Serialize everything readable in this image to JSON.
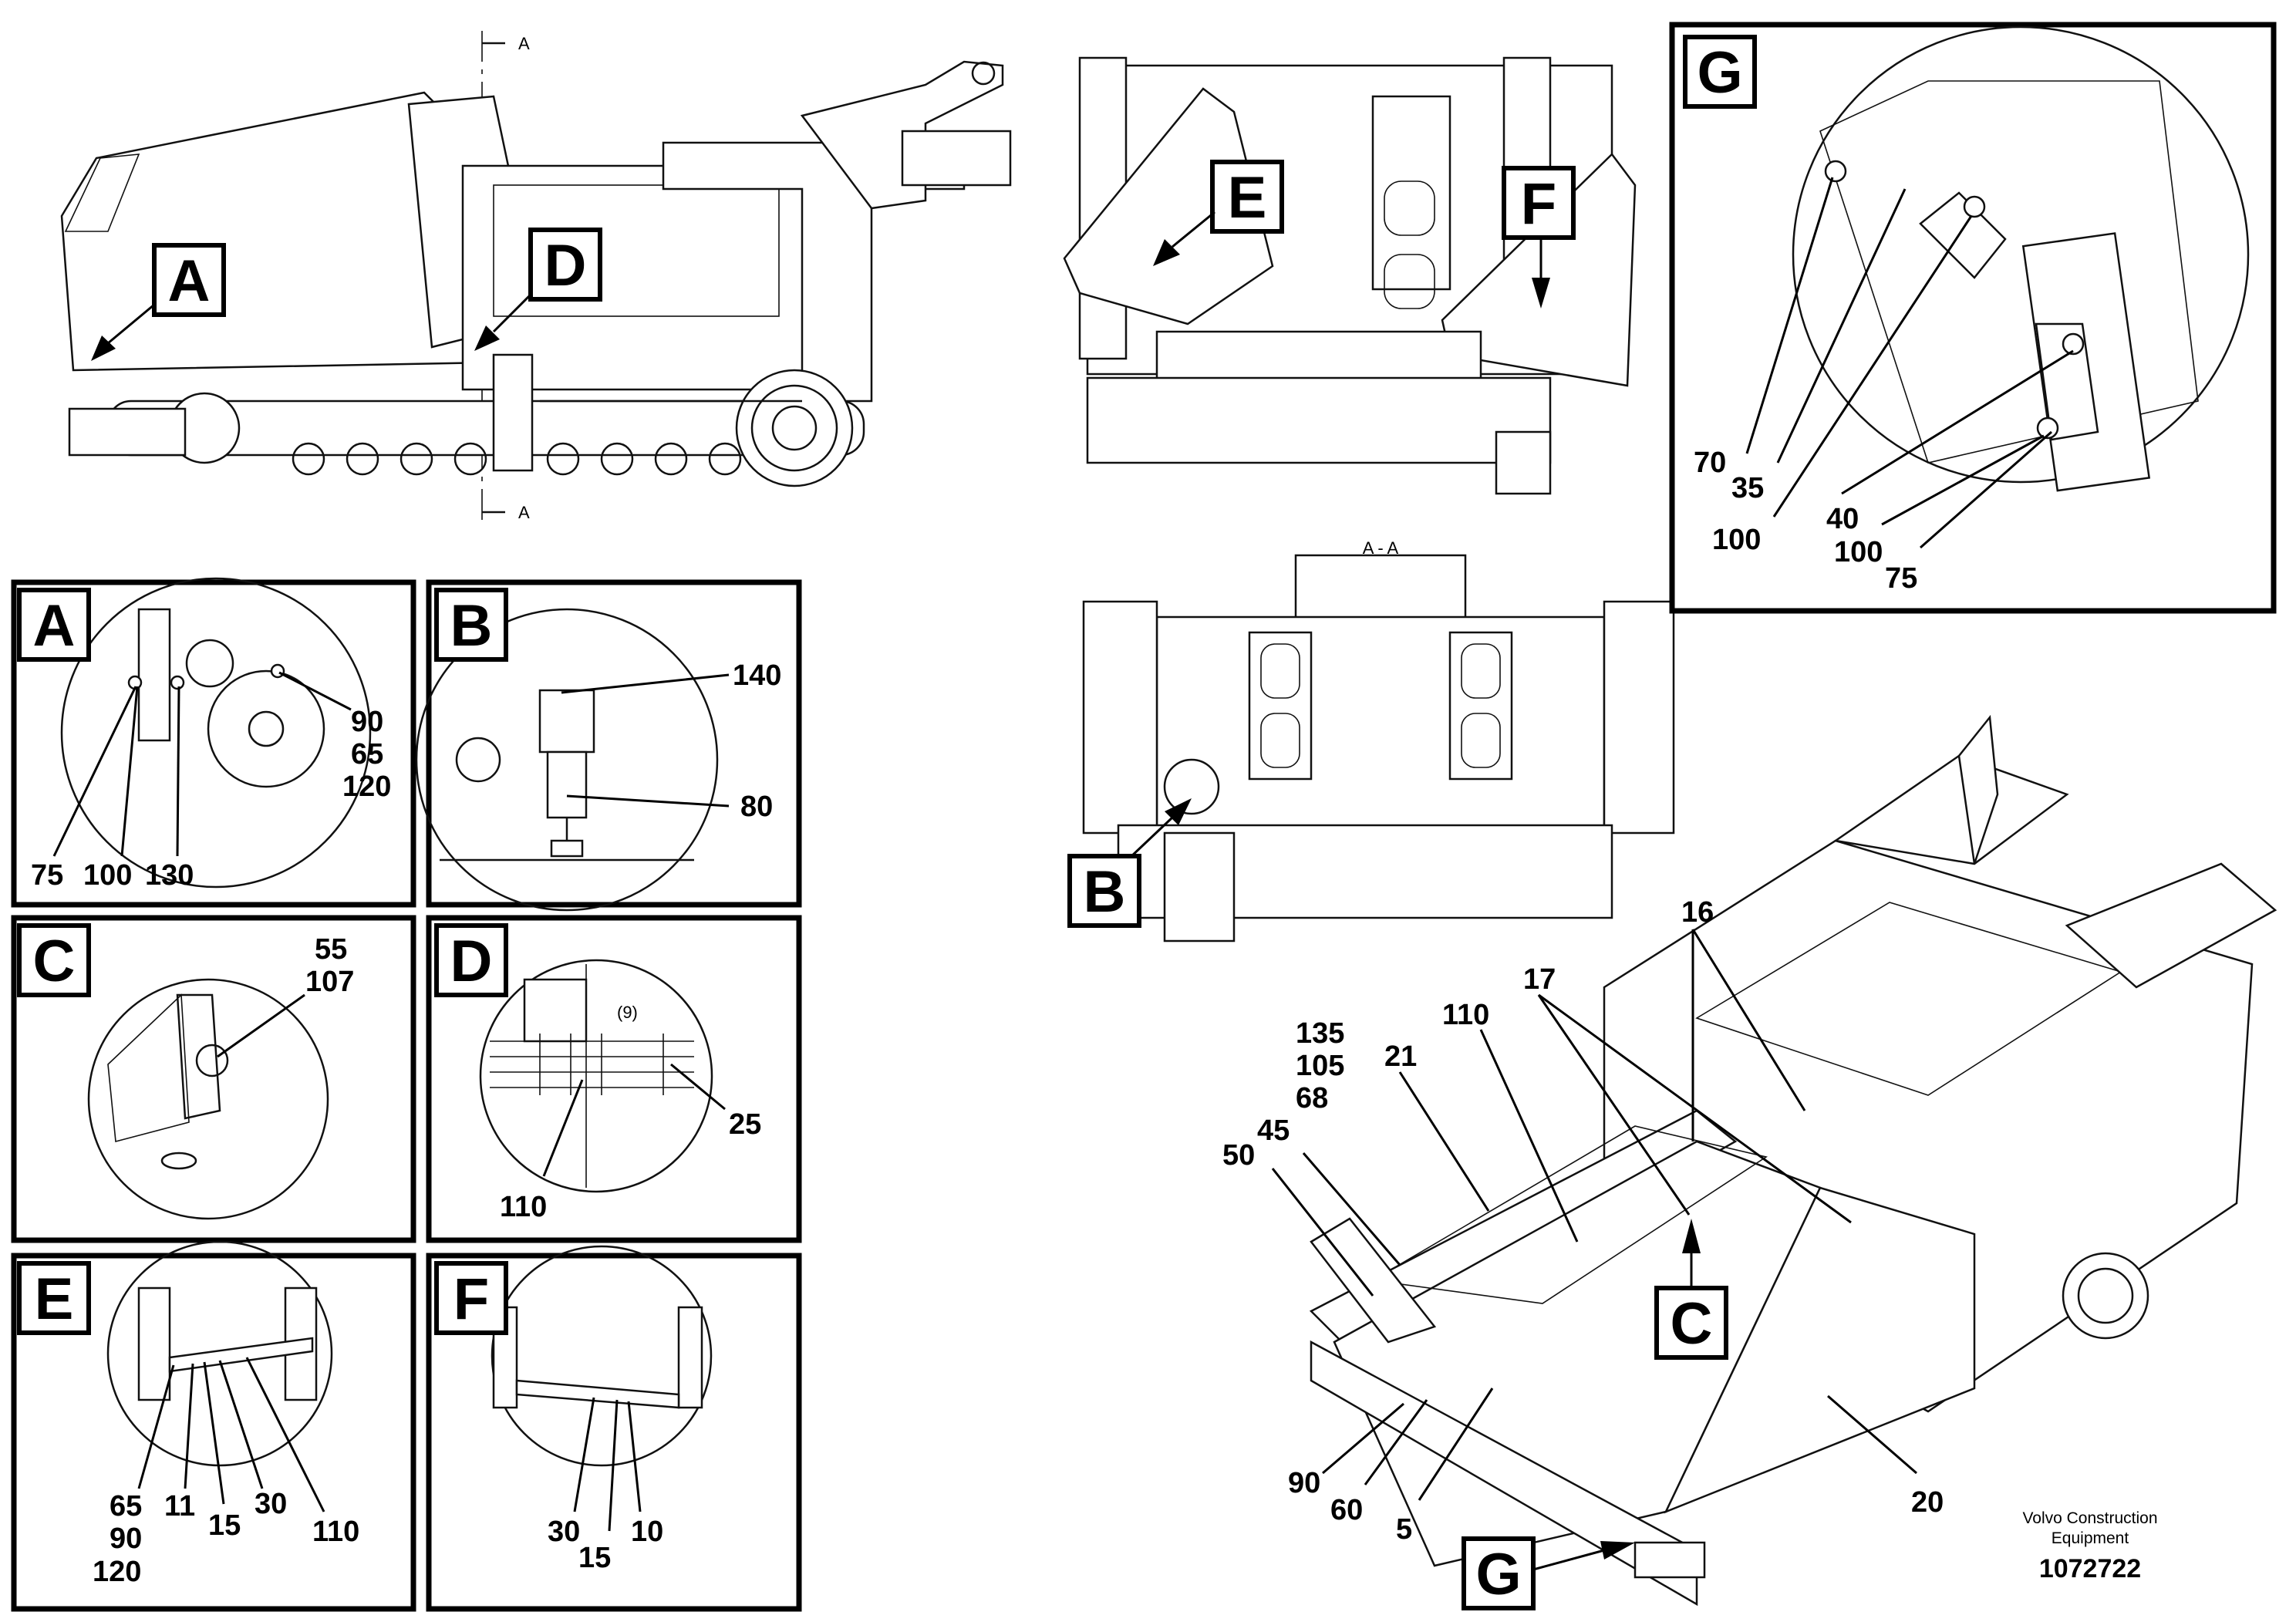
{
  "views": {
    "side": {
      "detail_tags": [
        "A",
        "D"
      ],
      "section_marks": [
        "A",
        "A"
      ]
    },
    "front": {
      "detail_tags": [
        "E",
        "F"
      ]
    },
    "section": {
      "title": "A - A",
      "detail_tags": [
        "B"
      ]
    },
    "iso": {
      "detail_tags": [
        "C",
        "G"
      ],
      "callouts": [
        "16",
        "17",
        "110",
        "21",
        "135",
        "105",
        "68",
        "45",
        "50",
        "90",
        "60",
        "5",
        "20"
      ]
    }
  },
  "details": {
    "A": {
      "tag": "A",
      "callouts": [
        "90",
        "65",
        "120",
        "75",
        "100",
        "130"
      ]
    },
    "B": {
      "tag": "B",
      "callouts": [
        "140",
        "80"
      ]
    },
    "C": {
      "tag": "C",
      "callouts": [
        "55",
        "107"
      ]
    },
    "D": {
      "tag": "D",
      "callouts": [
        "25",
        "110"
      ],
      "note": "(9)"
    },
    "E": {
      "tag": "E",
      "callouts": [
        "65",
        "90",
        "120",
        "11",
        "15",
        "30",
        "110"
      ]
    },
    "F": {
      "tag": "F",
      "callouts": [
        "30",
        "15",
        "10"
      ]
    },
    "G": {
      "tag": "G",
      "callouts": [
        "70",
        "35",
        "100",
        "40",
        "100",
        "75"
      ]
    }
  },
  "footer": {
    "company": "Volvo Construction",
    "company_line2": "Equipment",
    "drawing_number": "1072722"
  }
}
